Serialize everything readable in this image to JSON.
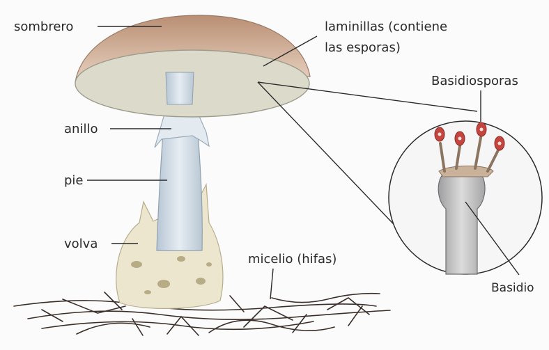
{
  "labels": {
    "sombrero": "sombrero",
    "laminillas_1": "laminillas (contiene",
    "laminillas_2": "las esporas)",
    "basidiosporas": "Basidiosporas",
    "anillo": "anillo",
    "pie": "pie",
    "volva": "volva",
    "micelio": "micelio (hifas)",
    "basidio": "Basidio"
  },
  "colors": {
    "cap_top": "#c9a48a",
    "cap_gills": "#dcdacb",
    "stem": "#d8e2ea",
    "volva": "#ece6cf",
    "spore": "#c4453e",
    "hyphae": "#3a2e28",
    "line": "#2a2a2a"
  }
}
